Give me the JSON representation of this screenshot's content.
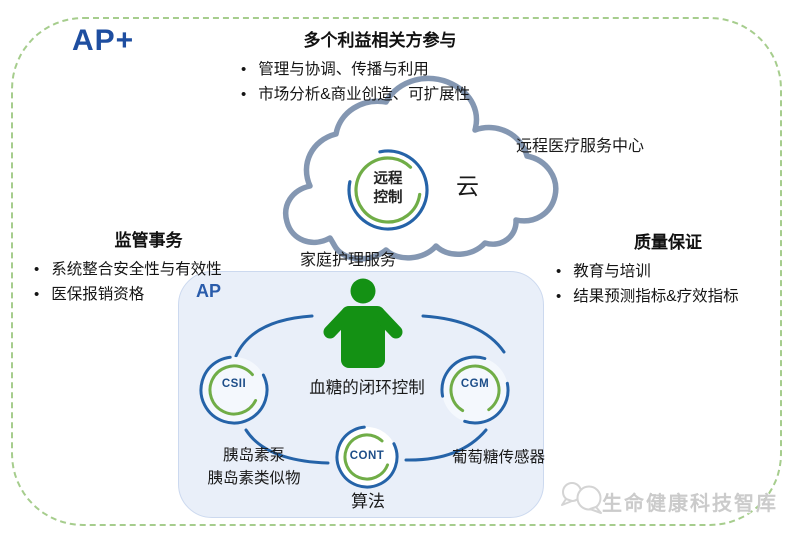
{
  "colors": {
    "logo_blue": "#1e4ea0",
    "arc_green": "#70ad47",
    "arc_blue": "#2563a8",
    "cloud_stroke": "#8497b2",
    "person_green": "#149114",
    "box_bg": "#e9eff9",
    "dashed_border_green": "#a6cd8d",
    "node_label_blue": "#1d4e89",
    "watermark_gray": "#cbcbcb"
  },
  "logo": "AP+",
  "top_section": {
    "title": "多个利益相关方参与",
    "bullets": [
      "管理与协调、传播与利用",
      "市场分析&商业创造、可扩展性"
    ]
  },
  "cloud": {
    "icon": "cloud-icon",
    "hub_line1": "远程",
    "hub_line2": "控制",
    "label": "云",
    "caption": "远程医疗服务中心"
  },
  "left_section": {
    "title": "监管事务",
    "bullets": [
      "系统整合安全性与有效性",
      "医保报销资格"
    ]
  },
  "right_section": {
    "title": "质量保证",
    "bullets": [
      "教育与培训",
      "结果预测指标&疗效指标"
    ]
  },
  "home_care_label": "家庭护理服务",
  "ap_box": {
    "label": "AP",
    "person_icon": "person-icon",
    "center_text": "血糖的闭环控制",
    "nodes": {
      "left": "CSII",
      "right": "CGM",
      "bottom": "CONT"
    },
    "captions": {
      "pump_line1": "胰岛素泵",
      "pump_line2": "胰岛素类似物",
      "sensor": "葡萄糖传感器",
      "algorithm": "算法"
    }
  },
  "watermark": {
    "icon": "chat-bubbles-icon",
    "text": "生命健康科技智库"
  }
}
